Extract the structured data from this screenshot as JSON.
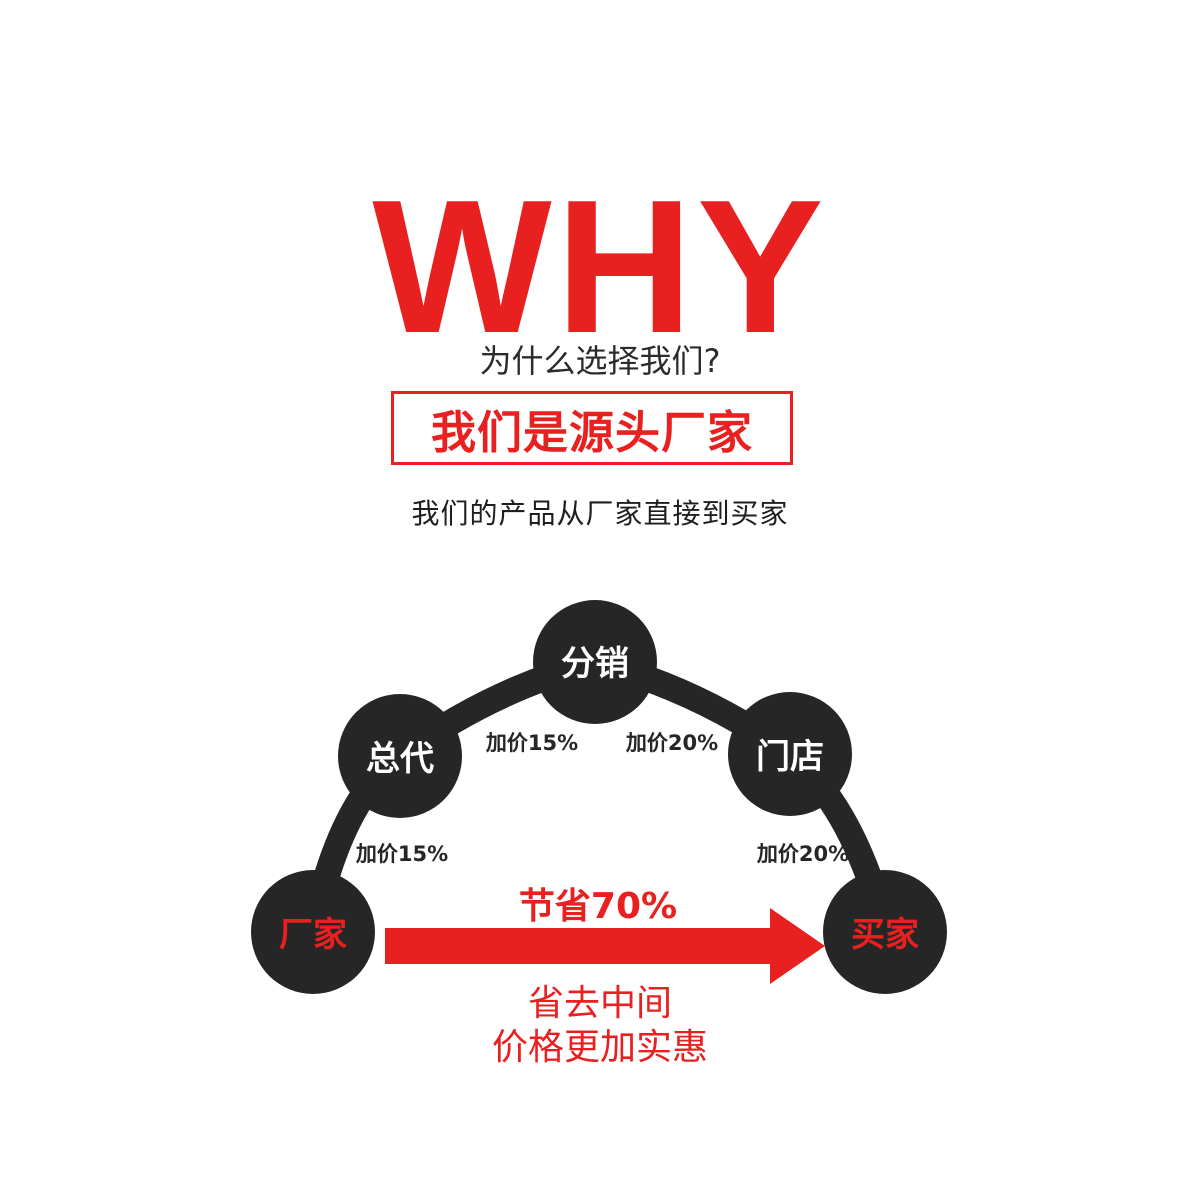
{
  "header": {
    "why": "WHY",
    "question": "为什么选择我们?",
    "headline": "我们是源头厂家",
    "subtitle": "我们的产品从厂家直接到买家"
  },
  "diagram": {
    "nodes": {
      "factory": "厂家",
      "general_agent": "总代",
      "distribution": "分销",
      "store": "门店",
      "buyer": "买家"
    },
    "markups": {
      "factory_to_agent": "加价15%",
      "agent_to_distribution": "加价15%",
      "distribution_to_store": "加价20%",
      "store_to_buyer": "加价20%"
    },
    "savings": "节省70%",
    "note_line1": "省去中间",
    "note_line2": "价格更加实惠"
  },
  "colors": {
    "accent_red": "#e8201f",
    "node_dark": "#262626",
    "text_dark": "#1e1e1e"
  }
}
